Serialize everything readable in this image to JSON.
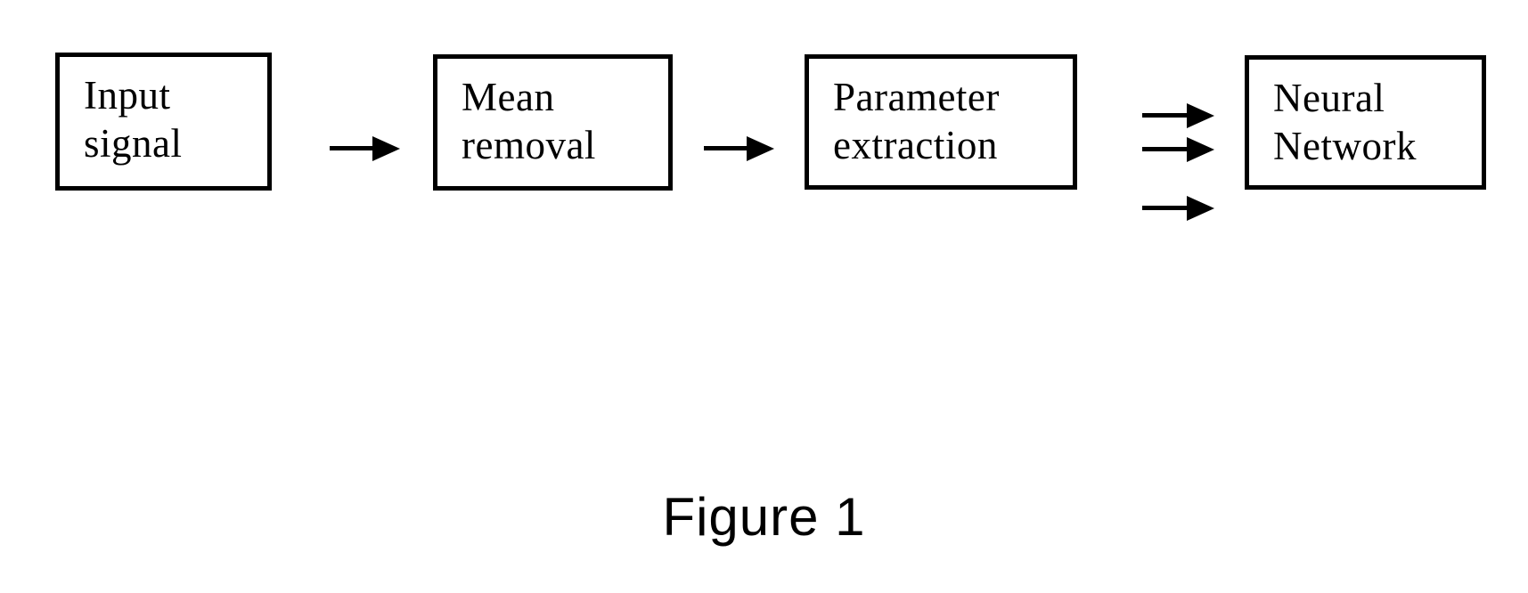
{
  "figure": {
    "caption": "Figure 1"
  },
  "diagram": {
    "type": "flowchart",
    "direction": "left-to-right",
    "background_color": "#ffffff",
    "ink_color": "#000000",
    "nodes": [
      {
        "id": "input-signal",
        "label": "Input signal"
      },
      {
        "id": "mean-removal",
        "label": "Mean removal"
      },
      {
        "id": "parameter-extraction",
        "label": "Parameter extraction"
      },
      {
        "id": "neural-network",
        "label": "Neural Network"
      }
    ],
    "edges": [
      {
        "from": "input-signal",
        "to": "mean-removal",
        "arrow_count": 1
      },
      {
        "from": "mean-removal",
        "to": "parameter-extraction",
        "arrow_count": 1
      },
      {
        "from": "parameter-extraction",
        "to": "neural-network",
        "arrow_count": 3
      }
    ]
  }
}
